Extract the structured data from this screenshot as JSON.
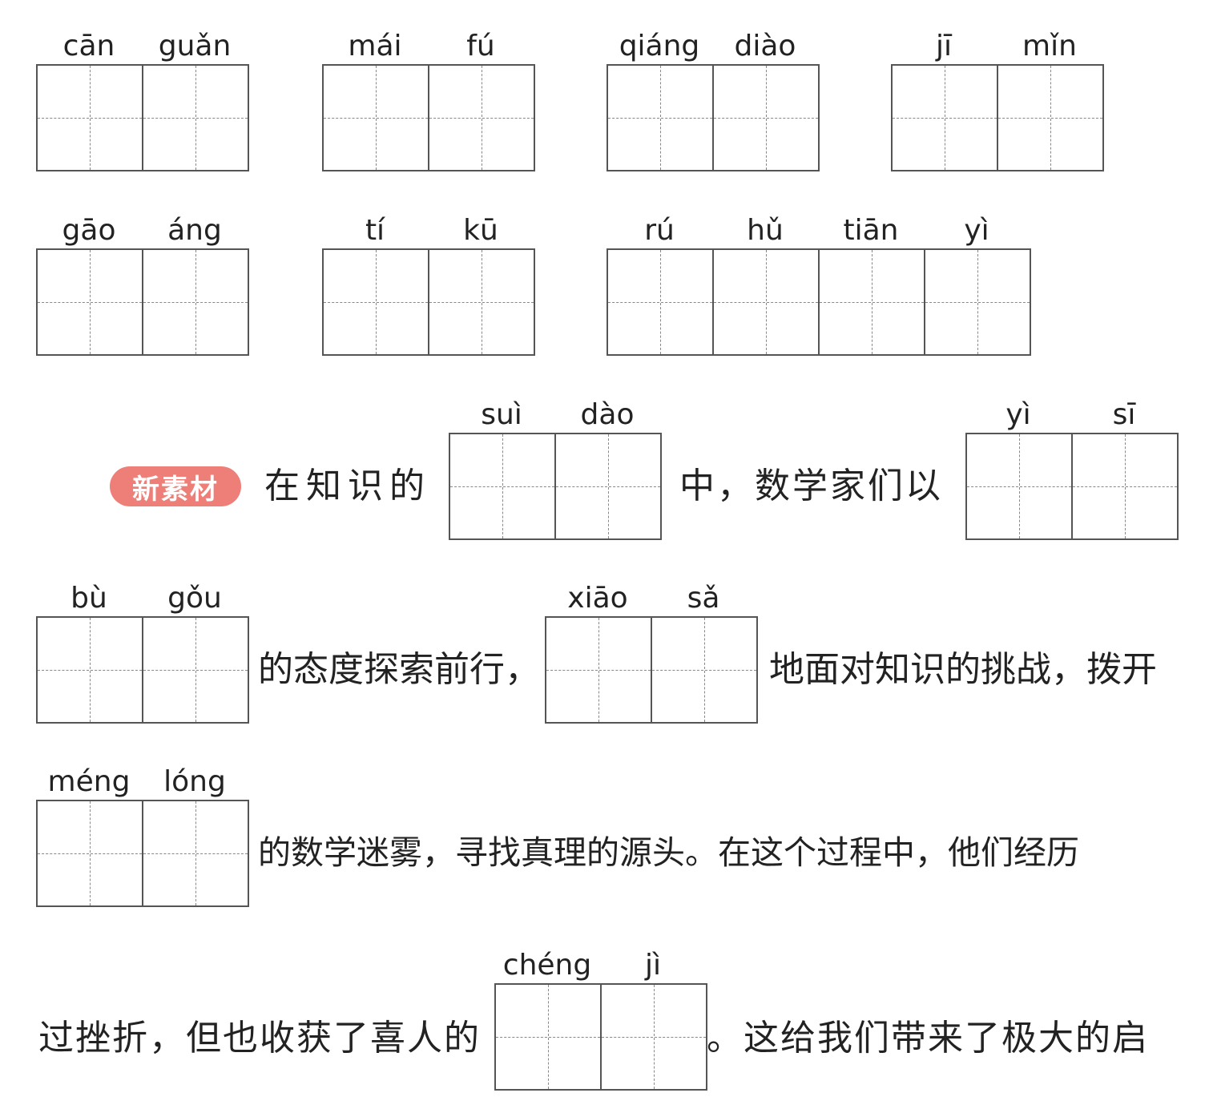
{
  "badge": "新素材",
  "boxes": [
    {
      "id": "g1",
      "pinyin": [
        "cān",
        "guǎn"
      ]
    },
    {
      "id": "g2",
      "pinyin": [
        "mái",
        "fú"
      ]
    },
    {
      "id": "g3",
      "pinyin": [
        "qiáng",
        "diào"
      ]
    },
    {
      "id": "g4",
      "pinyin": [
        "jī",
        "mǐn"
      ]
    },
    {
      "id": "g5",
      "pinyin": [
        "gāo",
        "áng"
      ]
    },
    {
      "id": "g6",
      "pinyin": [
        "tí",
        "kū"
      ]
    },
    {
      "id": "g7",
      "pinyin": [
        "rú",
        "hǔ",
        "tiān",
        "yì"
      ]
    },
    {
      "id": "g8",
      "pinyin": [
        "suì",
        "dào"
      ]
    },
    {
      "id": "g9",
      "pinyin": [
        "yì",
        "sī"
      ]
    },
    {
      "id": "g10",
      "pinyin": [
        "bù",
        "gǒu"
      ]
    },
    {
      "id": "g11",
      "pinyin": [
        "xiāo",
        "sǎ"
      ]
    },
    {
      "id": "g12",
      "pinyin": [
        "méng",
        "lóng"
      ]
    },
    {
      "id": "g13",
      "pinyin": [
        "chéng",
        "jì"
      ]
    }
  ],
  "text": {
    "t1": "在知识的",
    "t2": "中，数学家们以",
    "t3": "的态度探索前行，",
    "t4": "地面对知识的挑战，拨开",
    "t5": "的数学迷雾，寻找真理的源头。在这个过程中，他们经历",
    "t6": "过挫折，但也收获了喜人的",
    "t7": "。这给我们带来了极大的启"
  }
}
